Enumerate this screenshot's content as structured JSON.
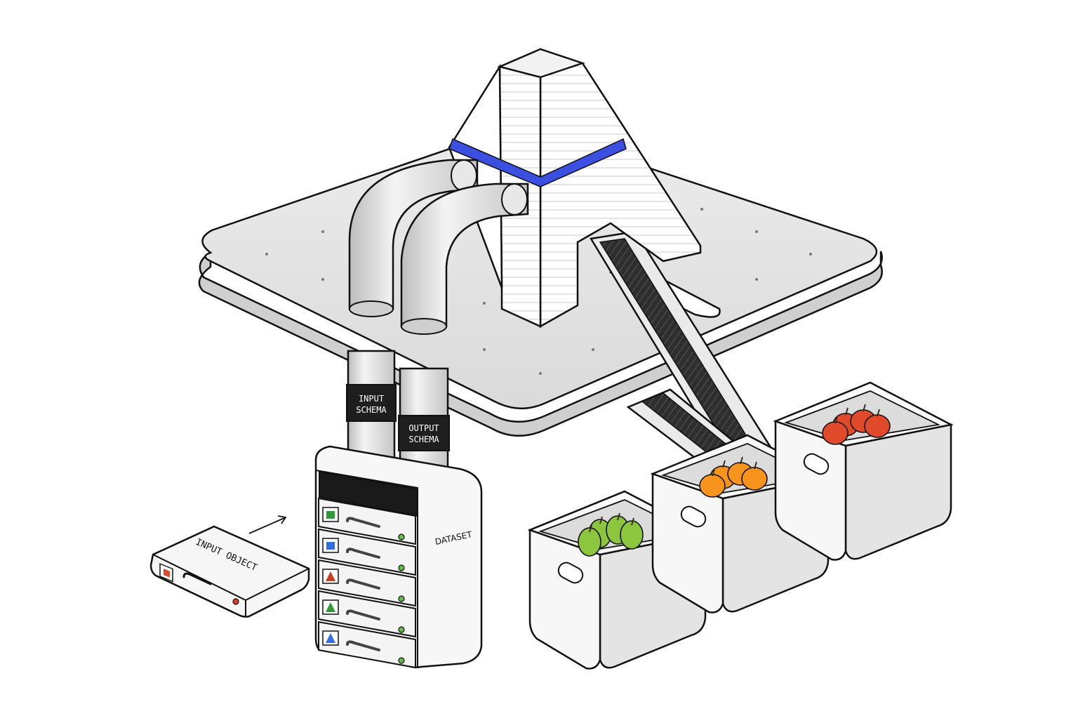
{
  "labels": {
    "input_schema_line1": "INPUT",
    "input_schema_line2": "SCHEMA",
    "output_schema_line1": "OUTPUT",
    "output_schema_line2": "SCHEMA",
    "dataset": "DATASET",
    "input_object": "INPUT OBJECT"
  },
  "colors": {
    "outline": "#111111",
    "platform": "#e2e2e2",
    "pipe": "#dcdcdc",
    "tower": "#ffffff",
    "accent_band": "#3b4fe0",
    "conveyor_belt": "#333333",
    "box": "#f2f2f2",
    "pear": "#8cc63f",
    "orange": "#f7941d",
    "apple": "#e04a2a",
    "led": "#5fbf3f",
    "led_red": "#e03a2a"
  },
  "dataset_slots": [
    {
      "icon": "green-square-icon",
      "color": "#2e9a3a"
    },
    {
      "icon": "blue-square-icon",
      "color": "#2f6fe0"
    },
    {
      "icon": "red-triangle-icon",
      "color": "#c8402a"
    },
    {
      "icon": "green-triangle-icon",
      "color": "#2e9a3a"
    },
    {
      "icon": "blue-triangle-icon",
      "color": "#2f6fe0"
    }
  ],
  "bins": [
    {
      "name": "pears-bin",
      "fruit": "pear"
    },
    {
      "name": "oranges-bin",
      "fruit": "orange"
    },
    {
      "name": "apples-bin",
      "fruit": "apple"
    }
  ]
}
